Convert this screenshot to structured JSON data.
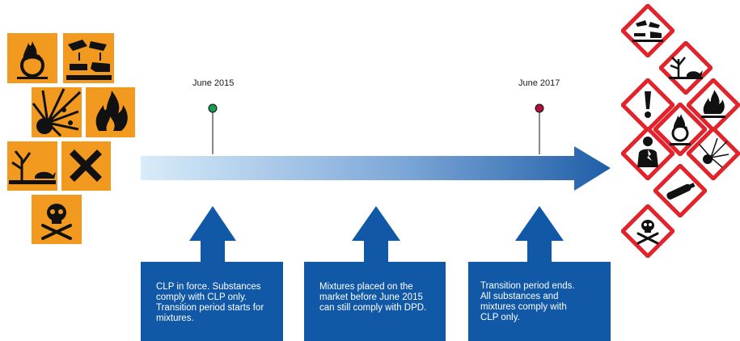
{
  "timeline": {
    "milestones": [
      {
        "label": "June 2015",
        "dot_color": "#1a9a55"
      },
      {
        "label": "June 2017",
        "dot_color": "#b0123a"
      }
    ],
    "arrow": {
      "start_color": "#d8ecfa",
      "end_color": "#1f5ea8"
    }
  },
  "stages": [
    {
      "text": "CLP in force. Substances comply with CLP only. Transition period starts for mixtures."
    },
    {
      "text": "Mixtures placed on the market before June 2015 can still comply with DPD."
    },
    {
      "text": "Transition period ends. All substances and mixtures comply with CLP only."
    }
  ],
  "colors": {
    "dpd_orange": "#f29a1f",
    "ghs_red": "#e3232b",
    "callout_blue": "#1159a6",
    "ink": "#111111"
  },
  "old_symbols": [
    "oxidising-icon",
    "corrosive-icon",
    "explosive-icon",
    "flammable-icon",
    "environment-icon",
    "harmful-x-icon",
    "toxic-skull-icon"
  ],
  "ghs_symbols": [
    "corrosion-icon",
    "environment-icon",
    "exclamation-icon",
    "flame-icon",
    "flame-over-circle-icon",
    "health-hazard-icon",
    "exploding-bomb-icon",
    "gas-cylinder-icon",
    "skull-crossbones-icon"
  ]
}
